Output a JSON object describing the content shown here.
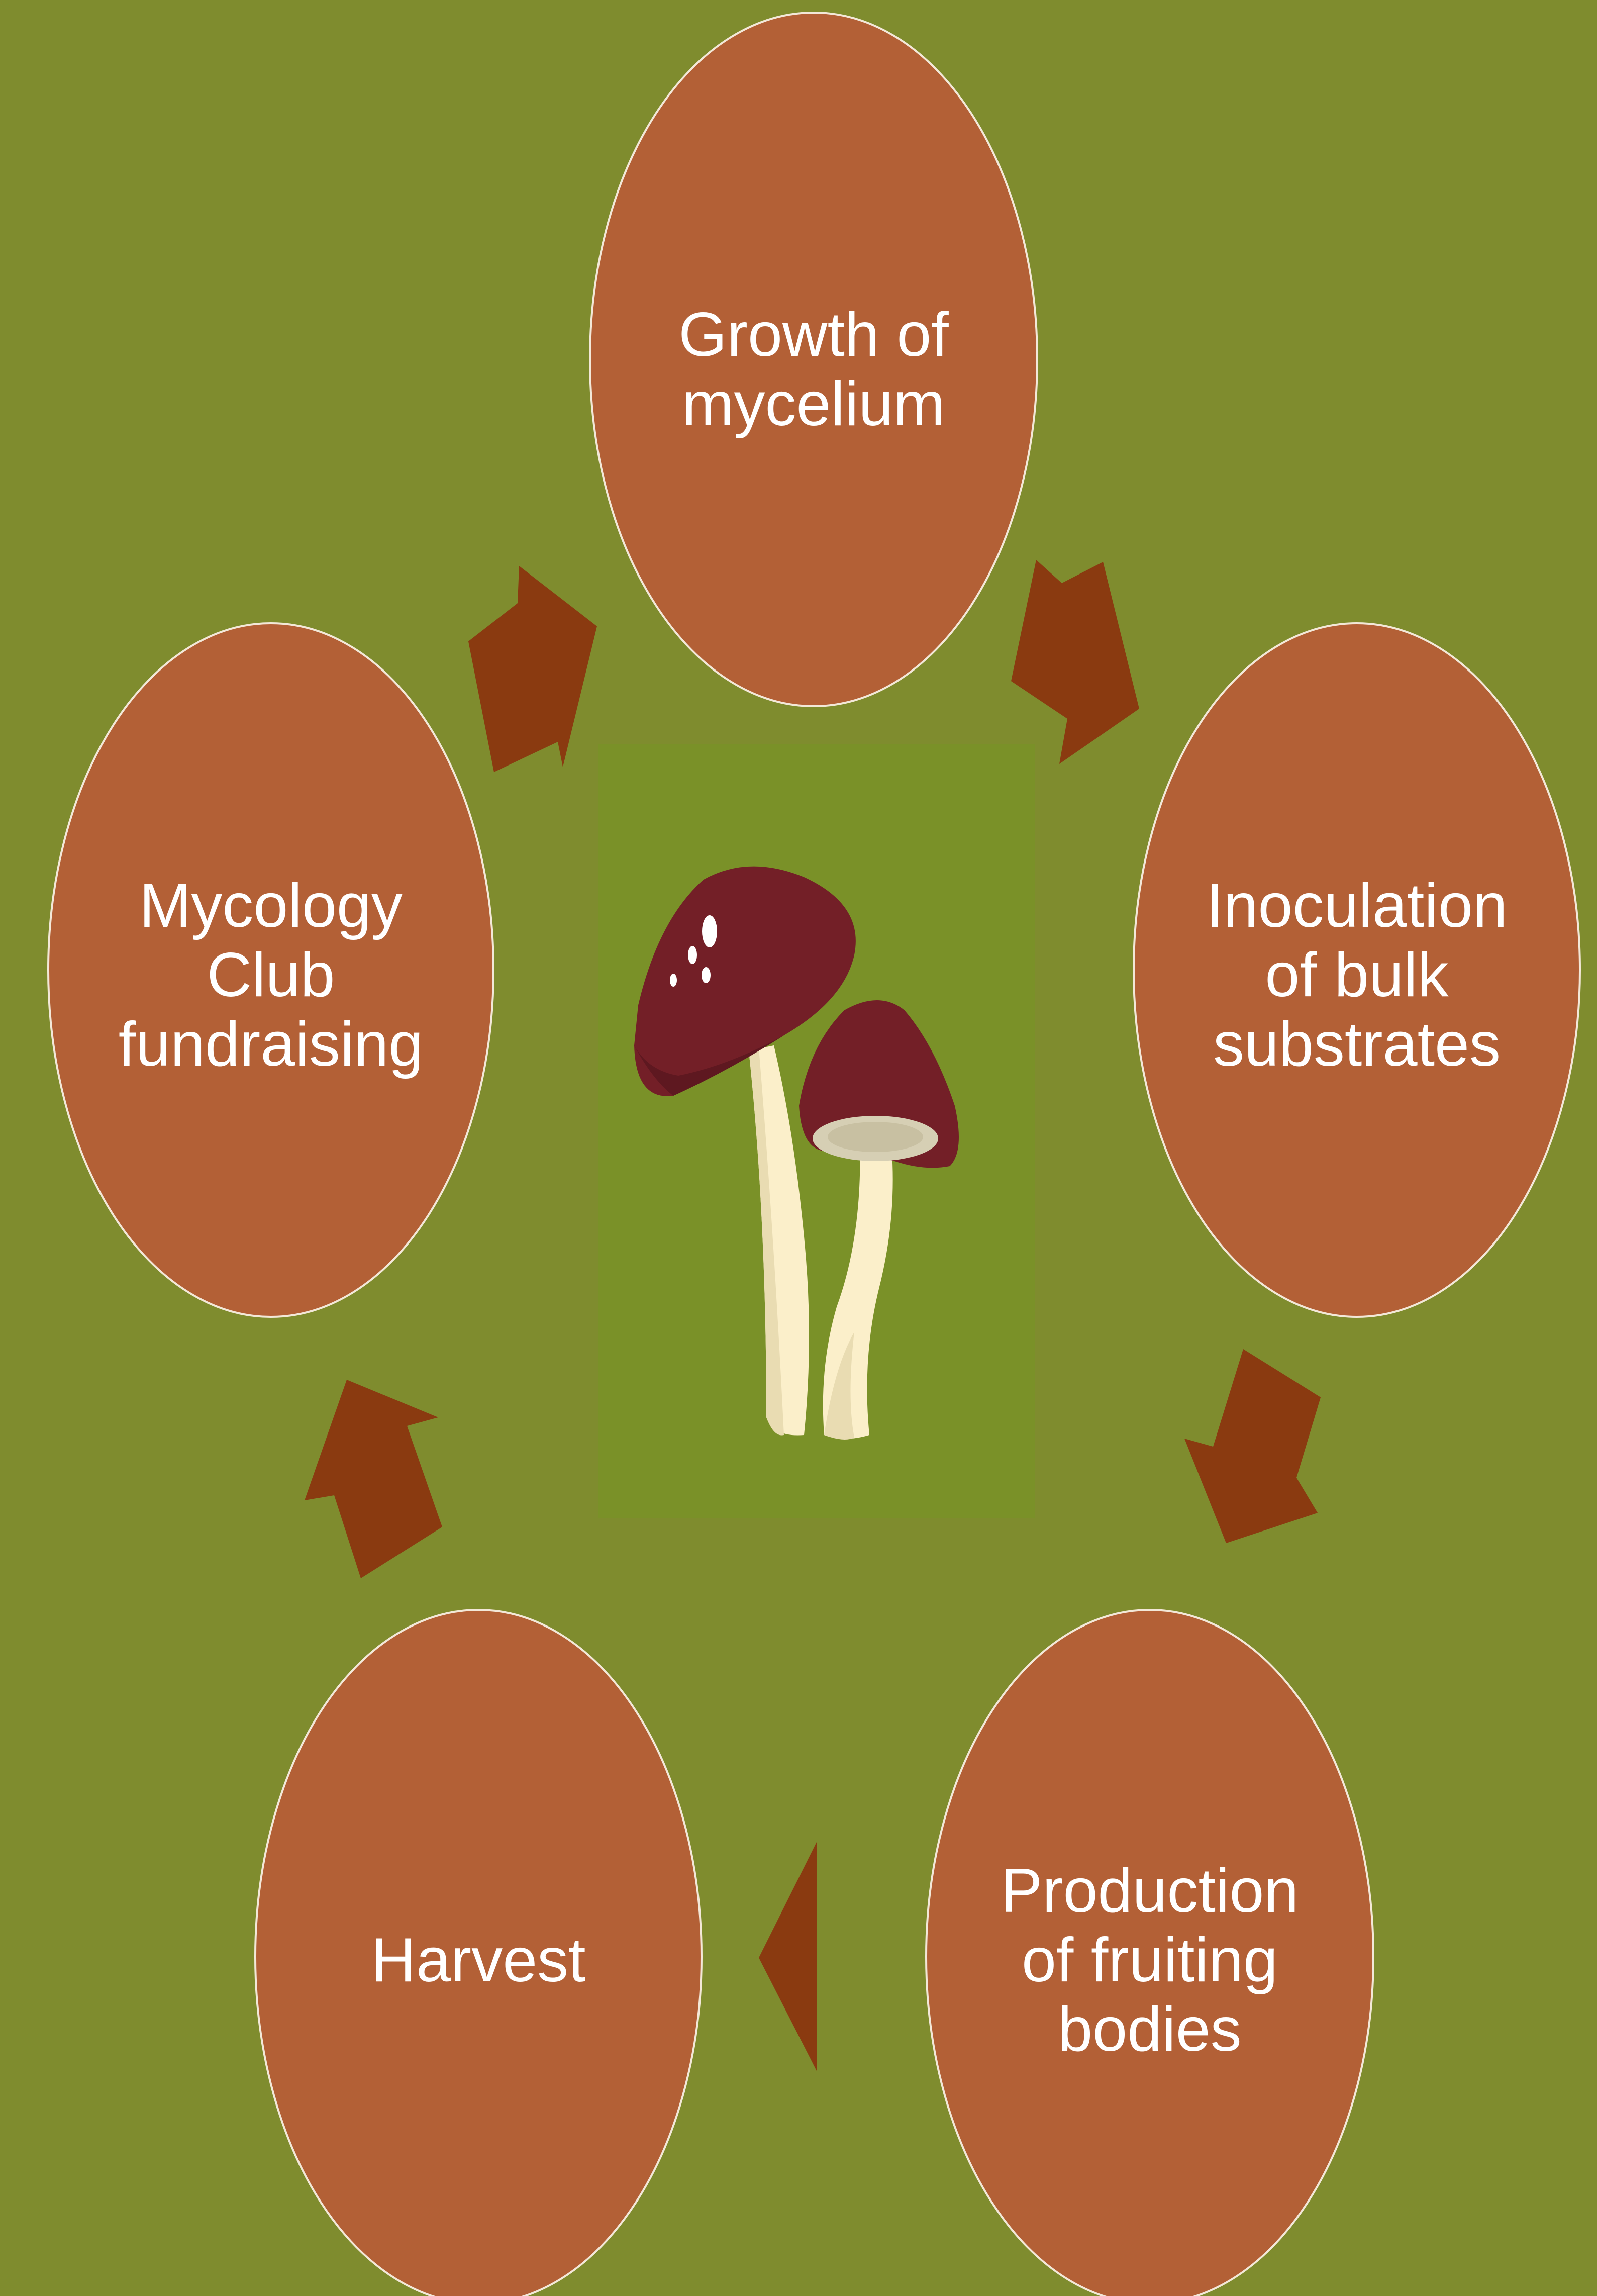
{
  "diagram": {
    "type": "cycle",
    "colors": {
      "background": "#7f8c2e",
      "node_fill": "#b36036",
      "node_stroke": "#f3e8d8",
      "arrow": "#8a3a10",
      "center_panel": "#7a9128",
      "mushroom_cap": "#731f27",
      "mushroom_stem": "#fbefca",
      "mushroom_gill": "#d6cfb4"
    },
    "center_icon": "mushroom-icon",
    "arrow_icon": "arrow-icon",
    "nodes": [
      {
        "id": "growth",
        "label": "Growth of\nmycelium"
      },
      {
        "id": "inoculation",
        "label": "Inoculation\nof bulk\nsubstrates"
      },
      {
        "id": "production",
        "label": "Production\nof fruiting\nbodies"
      },
      {
        "id": "harvest",
        "label": "Harvest"
      },
      {
        "id": "fundraising",
        "label": "Mycology\nClub\nfundraising"
      }
    ]
  }
}
